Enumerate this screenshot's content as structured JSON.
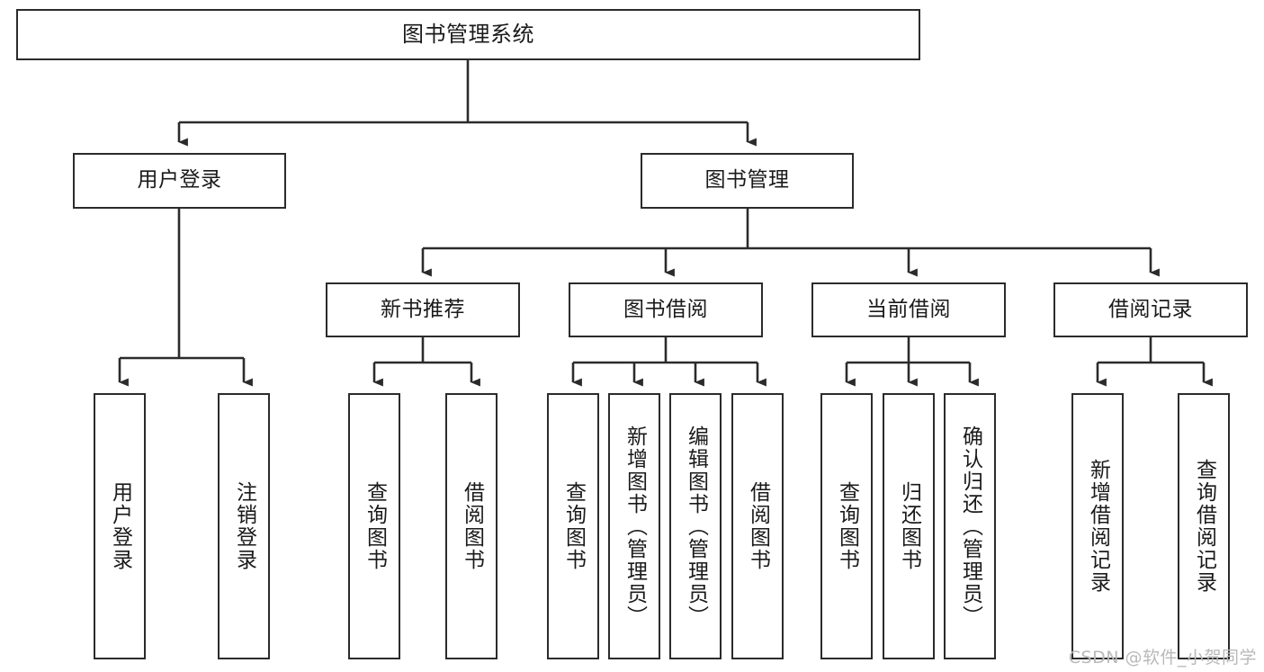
{
  "diagram": {
    "title": "图书管理系统",
    "type": "tree-hierarchy",
    "watermark": "CSDN @软件_小贺同学",
    "colors": {
      "stroke": "#2b2b2b",
      "fill": "#ffffff",
      "text": "#1a1a1a",
      "watermark": "#b9b9b9"
    },
    "nodes": {
      "root": {
        "label": "图书管理系统"
      },
      "level2": [
        {
          "id": "user-login",
          "label": "用户登录"
        },
        {
          "id": "book-manage",
          "label": "图书管理"
        }
      ],
      "level3": [
        {
          "id": "new-book-recommend",
          "label": "新书推荐"
        },
        {
          "id": "book-borrow",
          "label": "图书借阅"
        },
        {
          "id": "current-borrow",
          "label": "当前借阅"
        },
        {
          "id": "borrow-record",
          "label": "借阅记录"
        }
      ],
      "leaves": [
        {
          "id": "leaf-user-login",
          "label": "用户登录"
        },
        {
          "id": "leaf-logout-login",
          "label": "注销登录"
        },
        {
          "id": "leaf-query-book-1",
          "label": "查询图书"
        },
        {
          "id": "leaf-borrow-book-1",
          "label": "借阅图书"
        },
        {
          "id": "leaf-query-book-2",
          "label": "查询图书"
        },
        {
          "id": "leaf-add-book",
          "label": "新增图书（管理员）"
        },
        {
          "id": "leaf-edit-book",
          "label": "编辑图书（管理员）"
        },
        {
          "id": "leaf-borrow-book-2",
          "label": "借阅图书"
        },
        {
          "id": "leaf-query-book-3",
          "label": "查询图书"
        },
        {
          "id": "leaf-return-book",
          "label": "归还图书"
        },
        {
          "id": "leaf-confirm-return",
          "label": "确认归还（管理员）"
        },
        {
          "id": "leaf-add-record",
          "label": "新增借阅记录"
        },
        {
          "id": "leaf-query-record",
          "label": "查询借阅记录"
        }
      ]
    }
  }
}
